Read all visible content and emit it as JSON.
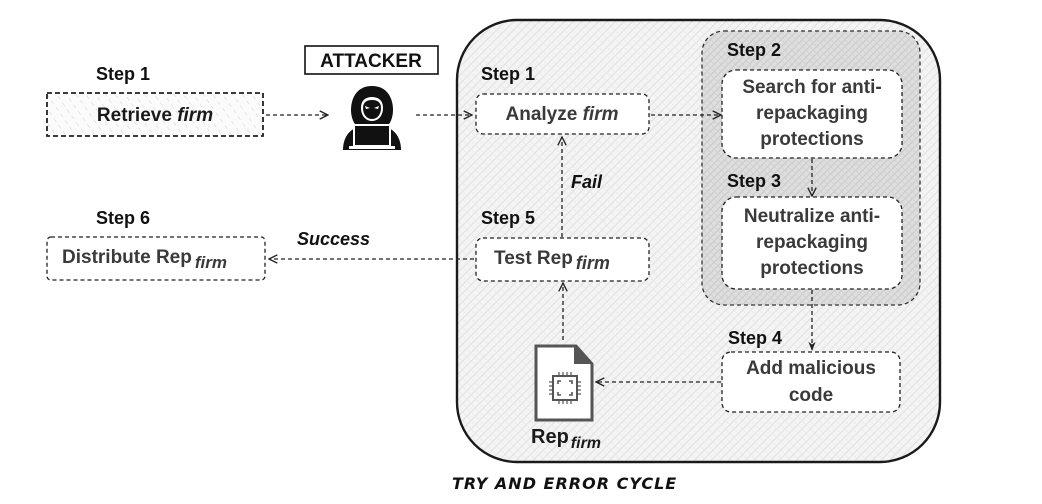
{
  "diagram": {
    "attacker": {
      "label": "ATTACKER",
      "icon": "hacker-icon"
    },
    "outside": {
      "step1": {
        "step": "Step 1",
        "text_main": "Retrieve ",
        "text_italic": "firm"
      },
      "step6": {
        "step": "Step 6",
        "text_main": "Distribute Rep",
        "text_sub": "firm"
      }
    },
    "cycle": {
      "caption": "TRY AND ERROR CYCLE",
      "step1": {
        "step": "Step 1",
        "text_main": "Analyze ",
        "text_italic": "firm"
      },
      "step2": {
        "step": "Step 2",
        "lines": [
          "Search for anti-",
          "repackaging",
          "protections"
        ]
      },
      "step3": {
        "step": "Step 3",
        "lines": [
          "Neutralize anti-",
          "repackaging",
          "protections"
        ]
      },
      "step4": {
        "step": "Step 4",
        "lines": [
          "Add malicious",
          "code"
        ]
      },
      "step5": {
        "step": "Step 5",
        "text_main": "Test Rep",
        "text_sub": "firm"
      },
      "artifact": {
        "icon": "firmware-file-icon",
        "label_main": "Rep",
        "label_sub": "firm"
      }
    },
    "edges": {
      "fail": "Fail",
      "success": "Success"
    }
  }
}
